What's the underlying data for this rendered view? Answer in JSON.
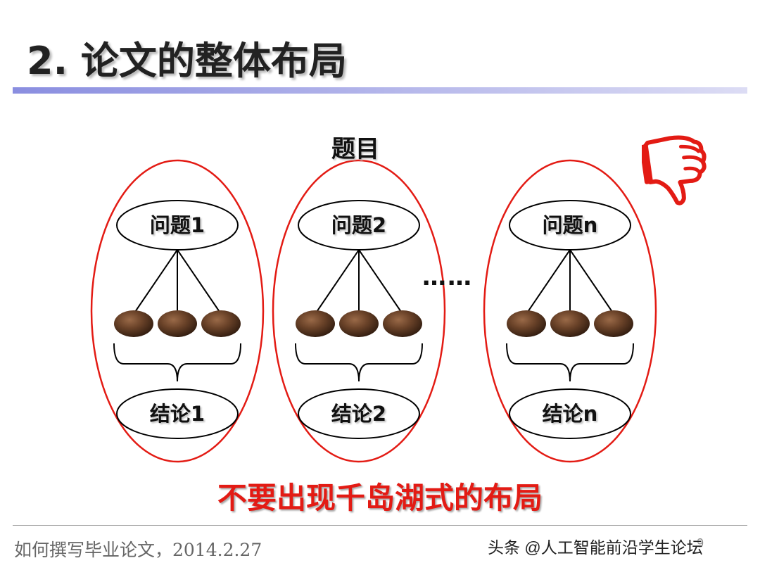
{
  "slide": {
    "title": "2. 论文的整体布局",
    "topic": "题目",
    "groups": [
      {
        "question": "问题1",
        "conclusion": "结论1"
      },
      {
        "question": "问题2",
        "conclusion": "结论2"
      },
      {
        "question": "问题n",
        "conclusion": "结论n"
      }
    ],
    "ellipsis": "……",
    "warning": "不要出现千岛湖式的布局",
    "footer": "如何撰写毕业论文，2014.2.27",
    "page_number": "9",
    "watermark": "头条 @人工智能前沿学生论坛",
    "thumb_icon": "thumbs-down-icon",
    "colors": {
      "accent_red": "#e31b14",
      "title_rule": "#8a8ee0",
      "seed_brown": "#5a3a24"
    }
  }
}
